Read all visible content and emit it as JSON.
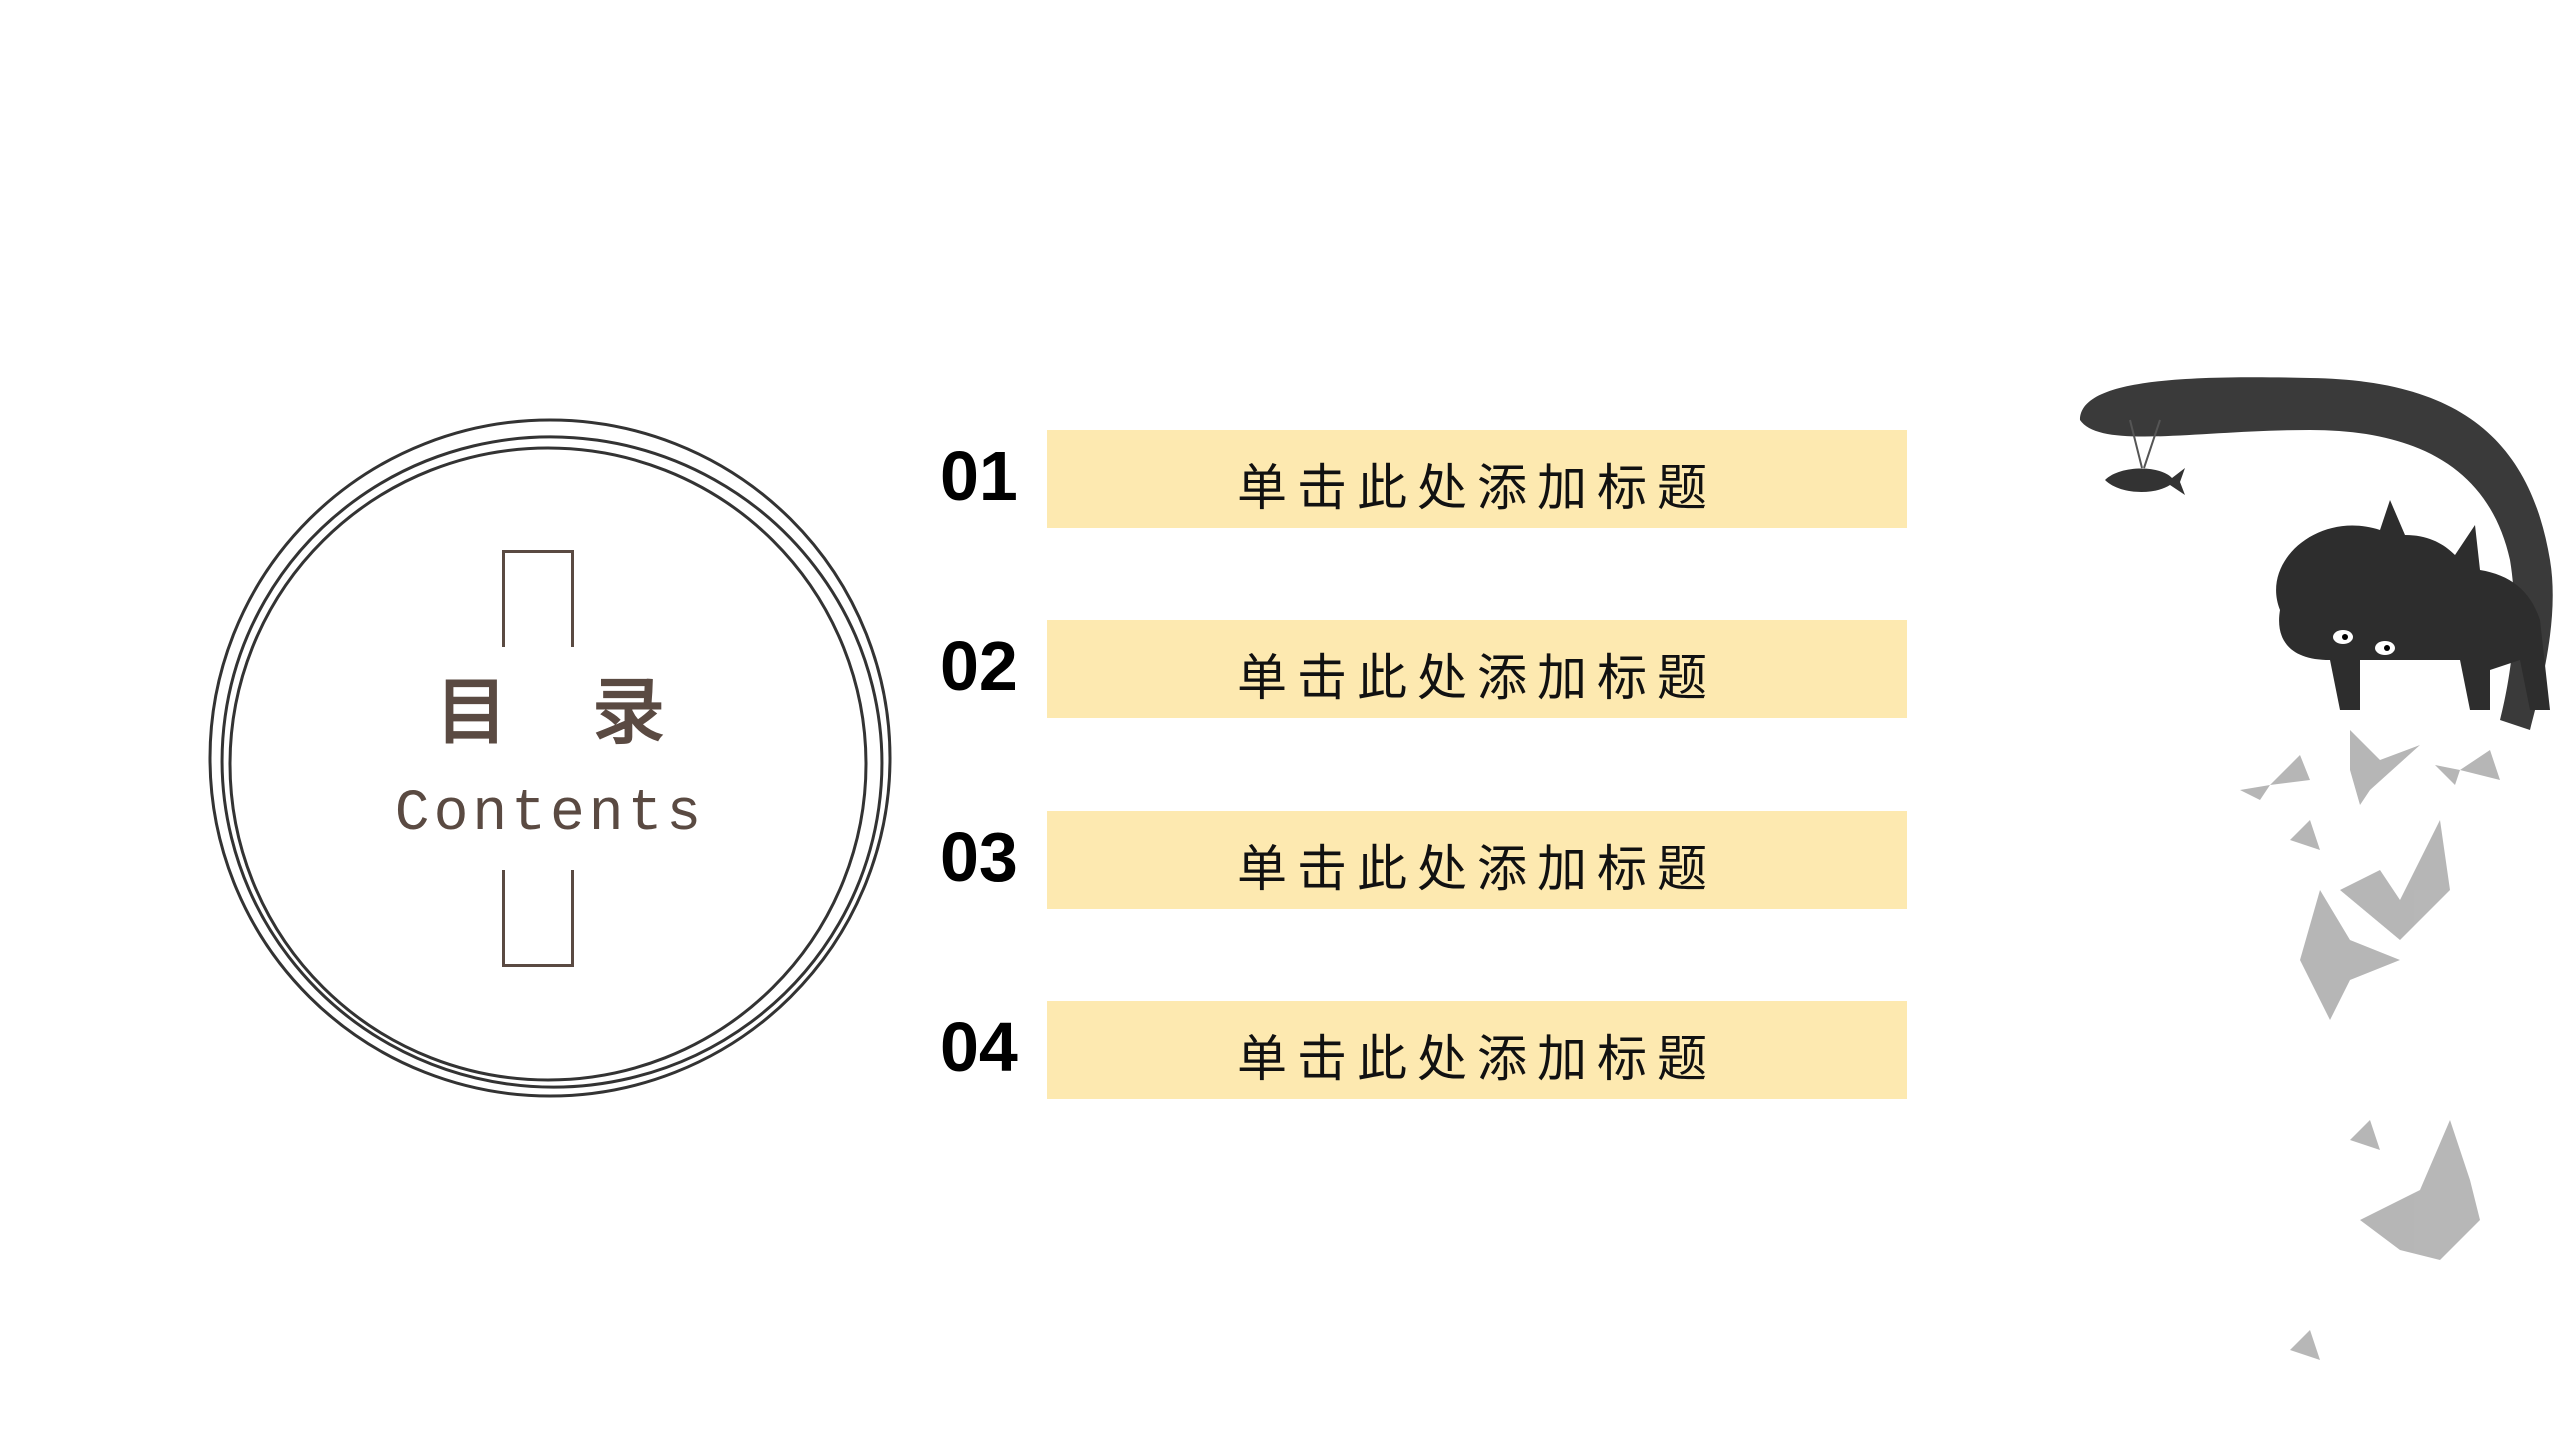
{
  "toc": {
    "title_cn": "目 录",
    "title_en": "Contents"
  },
  "items": [
    {
      "number": "01",
      "label": "单击此处添加标题"
    },
    {
      "number": "02",
      "label": "单击此处添加标题"
    },
    {
      "number": "03",
      "label": "单击此处添加标题"
    },
    {
      "number": "04",
      "label": "单击此处添加标题"
    }
  ],
  "colors": {
    "bar": "#fde9b0",
    "accent_text": "#5a4a42",
    "circle_stroke": "#333333"
  },
  "illustration": {
    "subject": "cat-with-fish-and-butterflies"
  }
}
